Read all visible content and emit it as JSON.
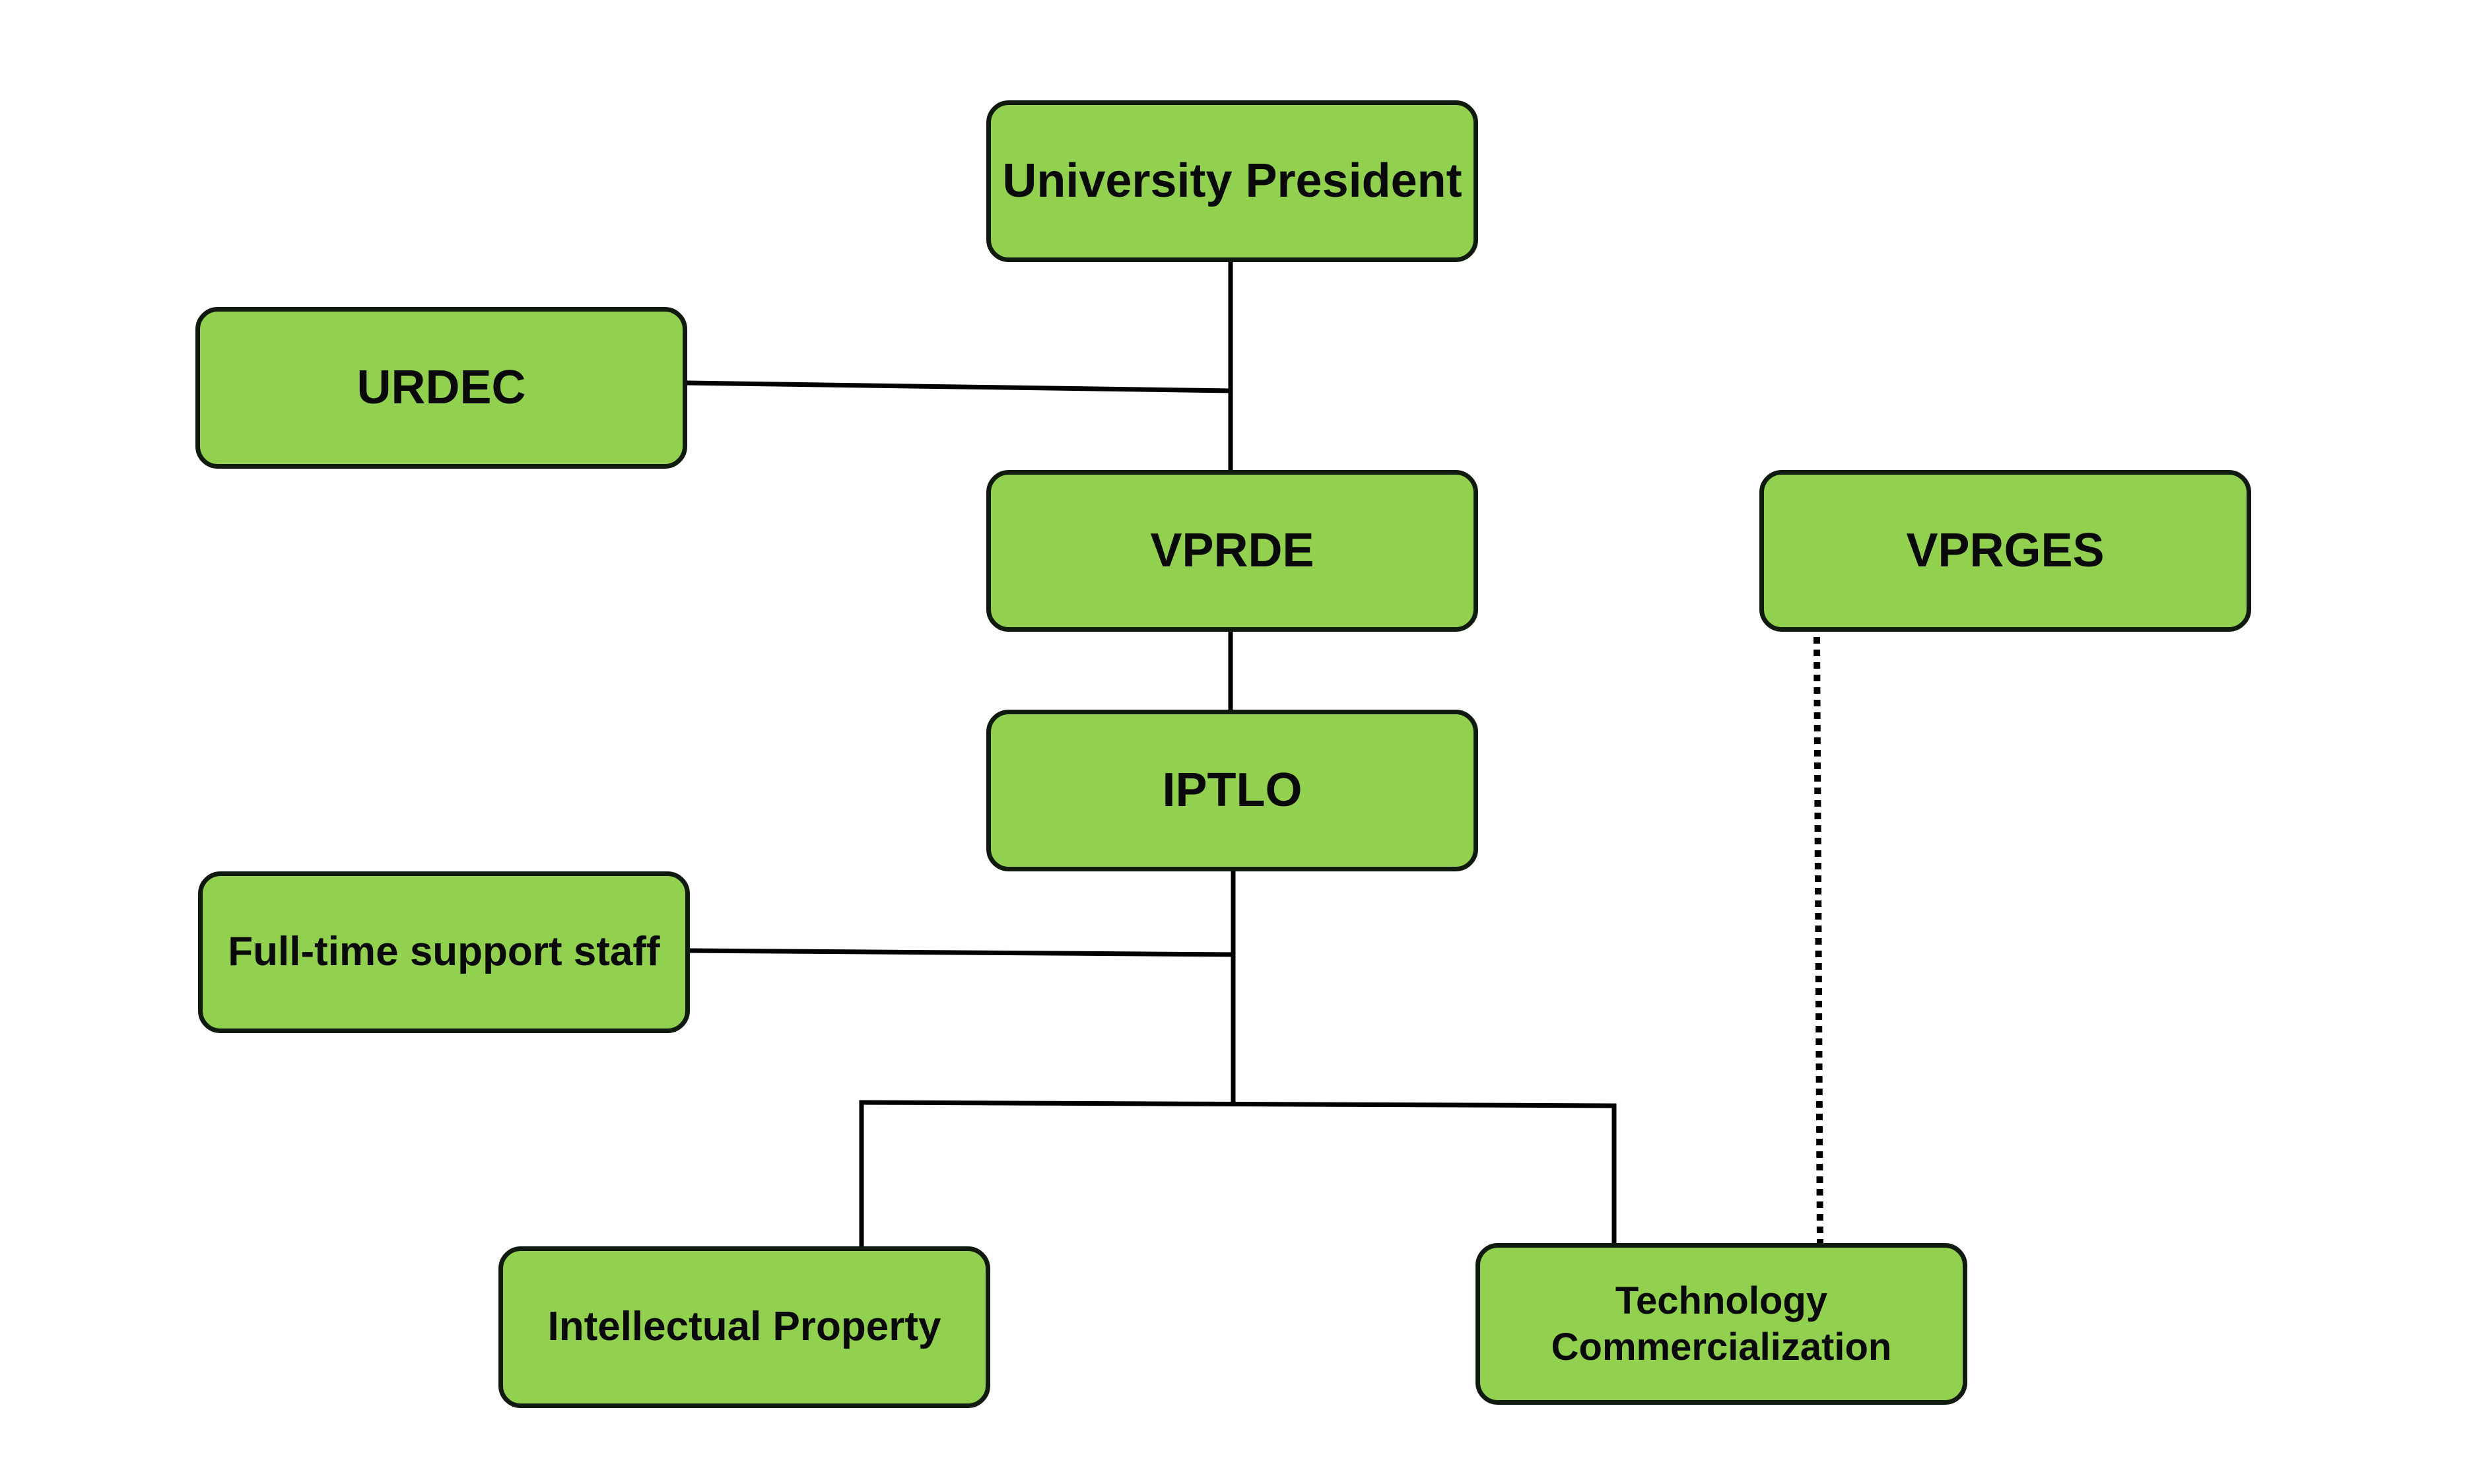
{
  "org_chart": {
    "colors": {
      "box_fill": "#92d050",
      "box_border": "#111a0e",
      "connector": "#000000",
      "background": "#ffffff"
    },
    "nodes": {
      "president": "University President",
      "urdec": "URDEC",
      "vprde": "VPRDE",
      "vprges": "VPRGES",
      "iptlo": "IPTLO",
      "staff": "Full-time support staff",
      "ip": "Intellectual Property",
      "tc_line1": "Technology",
      "tc_line2": "Commercialization"
    },
    "links": [
      {
        "from": "University President",
        "to": "VPRDE",
        "style": "solid"
      },
      {
        "from": "URDEC",
        "to": "University President / VPRDE line",
        "style": "solid"
      },
      {
        "from": "VPRDE",
        "to": "IPTLO",
        "style": "solid"
      },
      {
        "from": "IPTLO",
        "to": "Full-time support staff",
        "style": "solid"
      },
      {
        "from": "IPTLO",
        "to": "Intellectual Property",
        "style": "solid"
      },
      {
        "from": "IPTLO",
        "to": "Technology Commercialization",
        "style": "solid"
      },
      {
        "from": "VPRGES",
        "to": "Technology Commercialization",
        "style": "dotted"
      }
    ]
  }
}
